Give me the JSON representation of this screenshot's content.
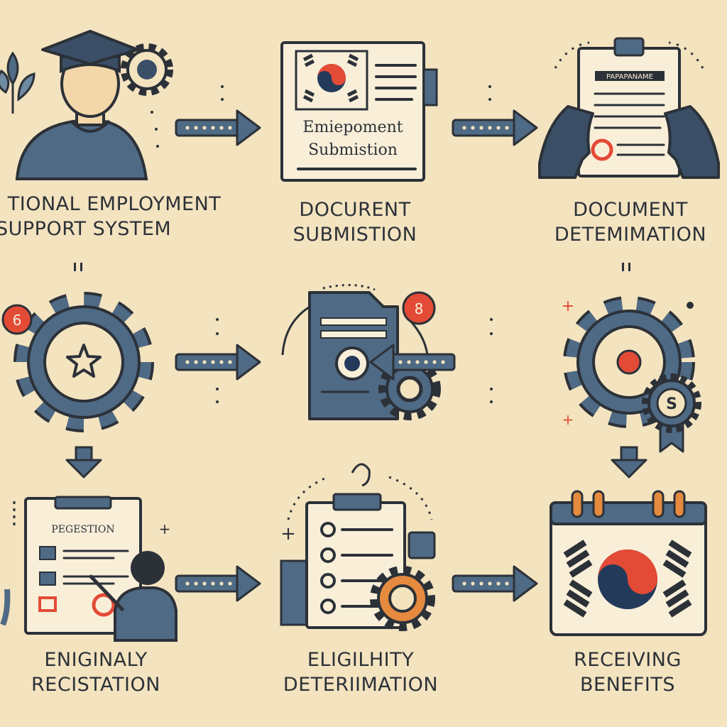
{
  "palette": {
    "background": "#f3e3bf",
    "slate": "#4f6a85",
    "slate_dark": "#3a4f66",
    "ink": "#2c3138",
    "paper": "#f9efd9",
    "red": "#e34b36",
    "navy": "#233a5a",
    "orange": "#e58a3f"
  },
  "steps": [
    {
      "line1": "TIONAL EMPLOYMENT",
      "line2": "SUPPORT SYSTEM",
      "icon": "student-with-gear-icon"
    },
    {
      "line1": "DOCURENT",
      "line2": "SUBMISTION",
      "icon": "document-with-flag-icon",
      "doc_title_1": "Emiepoment",
      "doc_title_2": "Submistion"
    },
    {
      "line1": "DOCUMENT",
      "line2": "DETEMIMATION",
      "icon": "hands-holding-document-icon",
      "doc_header": "PAPAPANAME"
    },
    {
      "line1": "",
      "line2": "",
      "icon": "gear-with-star-icon",
      "badge": "6"
    },
    {
      "line1": "",
      "line2": "",
      "icon": "folder-with-gear-icon",
      "badge": "8"
    },
    {
      "line1": "",
      "line2": "",
      "icon": "gear-with-medal-icon",
      "medal": "S"
    },
    {
      "line1": "ENIGINALY",
      "line2": "RECISTATION",
      "icon": "registration-form-with-person-icon",
      "form_title": "PEGESTION"
    },
    {
      "line1": "ELIGILHITY",
      "line2": "DETERIIMATION",
      "icon": "checklist-with-gear-icon"
    },
    {
      "line1": "RECEIVING",
      "line2": "BENEFITS",
      "icon": "calendar-with-flag-icon"
    }
  ]
}
